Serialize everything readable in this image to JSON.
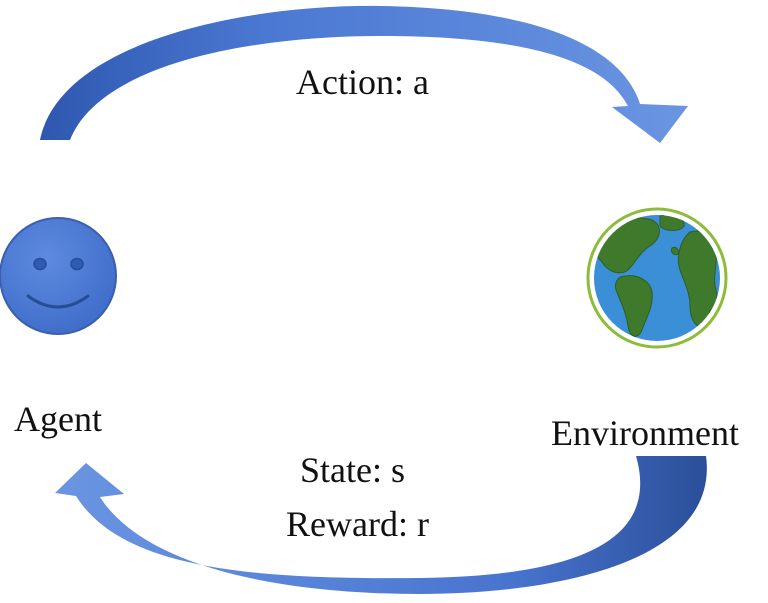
{
  "labels": {
    "action": "Action: a",
    "agent": "Agent",
    "environment": "Environment",
    "state": "State: s",
    "reward": "Reward: r"
  },
  "colors": {
    "arrow_light": "#5b86d9",
    "arrow_dark": "#2b4f99",
    "agent_face": "#4a78d6",
    "agent_stroke": "#3a5fae",
    "ocean": "#3a8fd6",
    "land": "#3f7a2c",
    "globe_ring": "#8dbb3a"
  },
  "icons": {
    "agent": "smiley-face-icon",
    "environment": "earth-globe-icon"
  }
}
